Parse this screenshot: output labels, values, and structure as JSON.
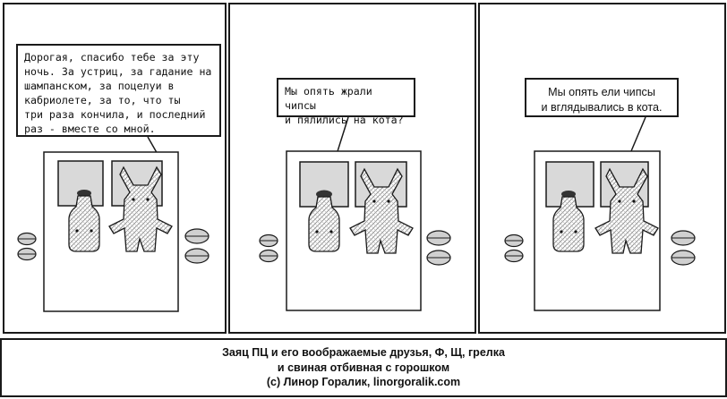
{
  "panels": [
    {
      "bubble": "Дорогая, спасибо тебе за эту\nночь. За устриц, за гадание на\nшампанском, за поцелуи в\nкабриолете, за то, что ты\nтри раза кончила, и последний\nраз - вместе со мной."
    },
    {
      "bubble": "Мы опять жрали чипсы\nи пялились на кота?"
    },
    {
      "bubble": "Мы опять ели чипсы\nи вглядывались в кота."
    }
  ],
  "footer": {
    "line1": "Заяц ПЦ и его воображаемые друзья, Ф, Щ, грелка",
    "line2": "и свиная отбивная с горошком",
    "line3": "(с) Линор Горалик, linorgoralik.com"
  },
  "colors": {
    "ink": "#1a1a1a",
    "pillow": "#d9d9d9",
    "hatch": "#9a9a9a"
  },
  "icons": [
    "bottle-character",
    "bunny-character",
    "slipper-icon",
    "bed"
  ]
}
